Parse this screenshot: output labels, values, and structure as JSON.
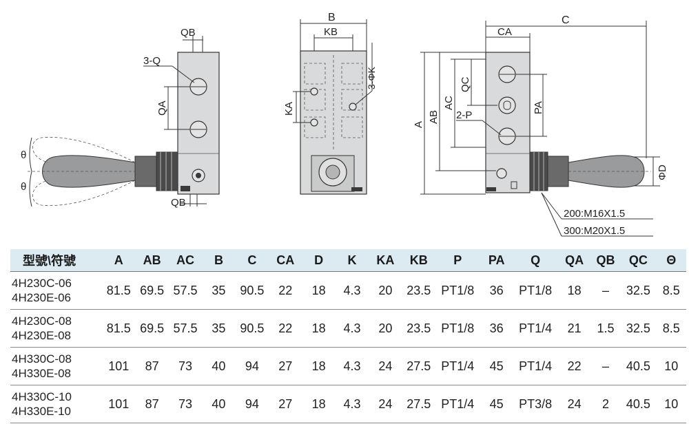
{
  "drawing": {
    "side_view": {
      "labels": {
        "qb_top": "QB",
        "q_ports": "3-Q",
        "qa": "QA",
        "theta_top": "θ",
        "theta_bottom": "θ",
        "qb_bottom": "QB"
      }
    },
    "front_view": {
      "labels": {
        "b": "B",
        "kb": "KB",
        "k_holes": "3-ΦK",
        "ka": "KA"
      }
    },
    "right_view": {
      "labels": {
        "c": "C",
        "ca": "CA",
        "a": "A",
        "ab": "AB",
        "ac": "AC",
        "qc": "QC",
        "p_ports": "2-P",
        "pa": "PA",
        "d": "ΦD",
        "thread_200": "200:M16X1.5",
        "thread_300": "300:M20X1.5"
      }
    }
  },
  "table": {
    "headers": [
      "型號\\符號",
      "A",
      "AB",
      "AC",
      "B",
      "C",
      "CA",
      "D",
      "K",
      "KA",
      "KB",
      "P",
      "PA",
      "Q",
      "QA",
      "QB",
      "QC",
      "Θ"
    ],
    "rows": [
      {
        "models": [
          "4H230C-06",
          "4H230E-06"
        ],
        "values": [
          "81.5",
          "69.5",
          "57.5",
          "35",
          "90.5",
          "22",
          "18",
          "4.3",
          "20",
          "23.5",
          "PT1/8",
          "36",
          "PT1/8",
          "18",
          "–",
          "32.5",
          "8.5"
        ]
      },
      {
        "models": [
          "4H230C-08",
          "4H230E-08"
        ],
        "values": [
          "81.5",
          "69.5",
          "57.5",
          "35",
          "90.5",
          "22",
          "18",
          "4.3",
          "20",
          "23.5",
          "PT1/8",
          "36",
          "PT1/4",
          "21",
          "1.5",
          "32.5",
          "8.5"
        ]
      },
      {
        "models": [
          "4H330C-08",
          "4H330E-08"
        ],
        "values": [
          "101",
          "87",
          "73",
          "40",
          "94",
          "27",
          "18",
          "4.3",
          "24",
          "27.5",
          "PT1/4",
          "45",
          "PT1/4",
          "22",
          "–",
          "40.5",
          "10"
        ]
      },
      {
        "models": [
          "4H330C-10",
          "4H330E-10"
        ],
        "values": [
          "101",
          "87",
          "73",
          "40",
          "94",
          "27",
          "18",
          "4.3",
          "24",
          "27.5",
          "PT1/4",
          "45",
          "PT3/8",
          "24",
          "2",
          "40.5",
          "10"
        ]
      }
    ]
  }
}
